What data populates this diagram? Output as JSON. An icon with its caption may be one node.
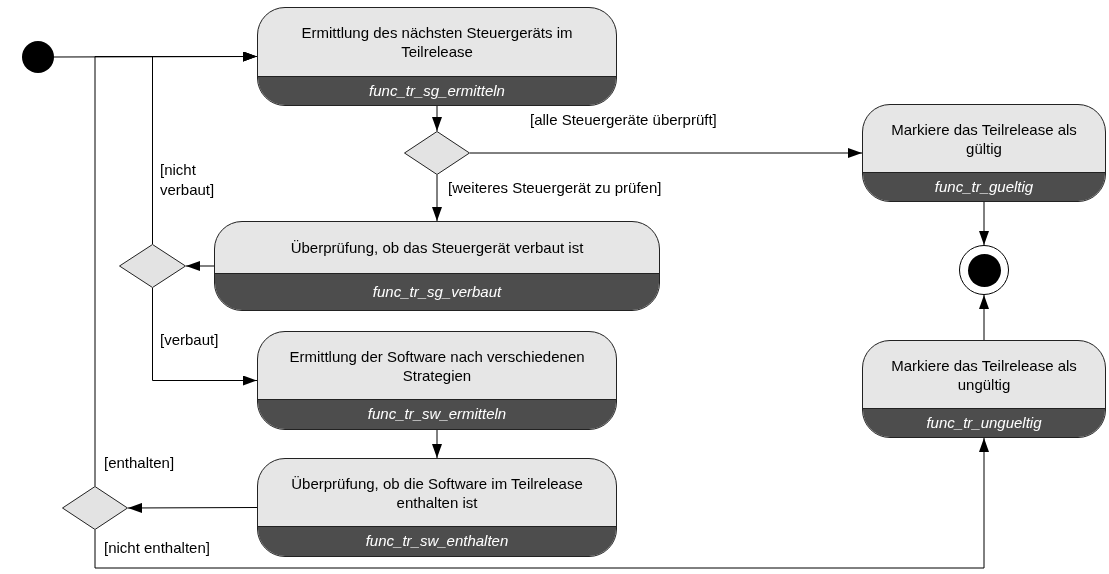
{
  "diagram": {
    "nodes": [
      {
        "text": [],
        "shape": "circle"
      },
      {
        "text": [
          "Ermittlung des nächsten Steuergeräts im Teilrelease",
          "func_tr_sg_ermitteln"
        ]
      },
      {
        "text": [],
        "shape": "diamond"
      },
      {
        "text": [
          "Markiere das Teilrelease als gültig",
          "func_tr_gueltig"
        ]
      },
      {
        "text": [
          "Überprüfung, ob das Steuergerät verbaut ist",
          "func_tr_sg_verbaut"
        ]
      },
      {
        "text": [],
        "shape": "diamond"
      },
      {
        "text": [
          "Ermittlung der Software nach verschiedenen Strategien",
          "func_tr_sw_ermitteln"
        ]
      },
      {
        "text": [
          "Überprüfung, ob die Software im Teilrelease enthalten ist",
          "func_tr_sw_enthalten"
        ]
      },
      {
        "text": [],
        "shape": "diamond"
      },
      {
        "text": [],
        "shape": "circle"
      },
      {
        "text": [
          "Markiere das Teilrelease als ungültig",
          "func_tr_ungueltig"
        ]
      }
    ],
    "edges": [
      {
        "from": 0,
        "to": 1,
        "arrow": "to"
      },
      {
        "from": 1,
        "to": 2,
        "arrow": "to"
      },
      {
        "from": 2,
        "to": 3,
        "arrow": "to",
        "label": "[alle Steuergeräte überprüft]"
      },
      {
        "from": 2,
        "to": 4,
        "arrow": "to",
        "label": "[weiteres Steuergerät zu prüfen]"
      },
      {
        "from": 4,
        "to": 5,
        "arrow": "to"
      },
      {
        "from": 5,
        "to": 1,
        "arrow": "to",
        "label": "[nicht verbaut]"
      },
      {
        "from": 5,
        "to": 6,
        "arrow": "to",
        "label": "[verbaut]"
      },
      {
        "from": 6,
        "to": 7,
        "arrow": "to"
      },
      {
        "from": 7,
        "to": 8,
        "arrow": "to"
      },
      {
        "from": 8,
        "to": 1,
        "arrow": "to",
        "label": "[enthalten]"
      },
      {
        "from": 8,
        "to": 10,
        "arrow": "to",
        "label": "[nicht enthalten]"
      },
      {
        "from": 3,
        "to": 9,
        "arrow": "to"
      },
      {
        "from": 10,
        "to": 9,
        "arrow": "to"
      }
    ]
  }
}
